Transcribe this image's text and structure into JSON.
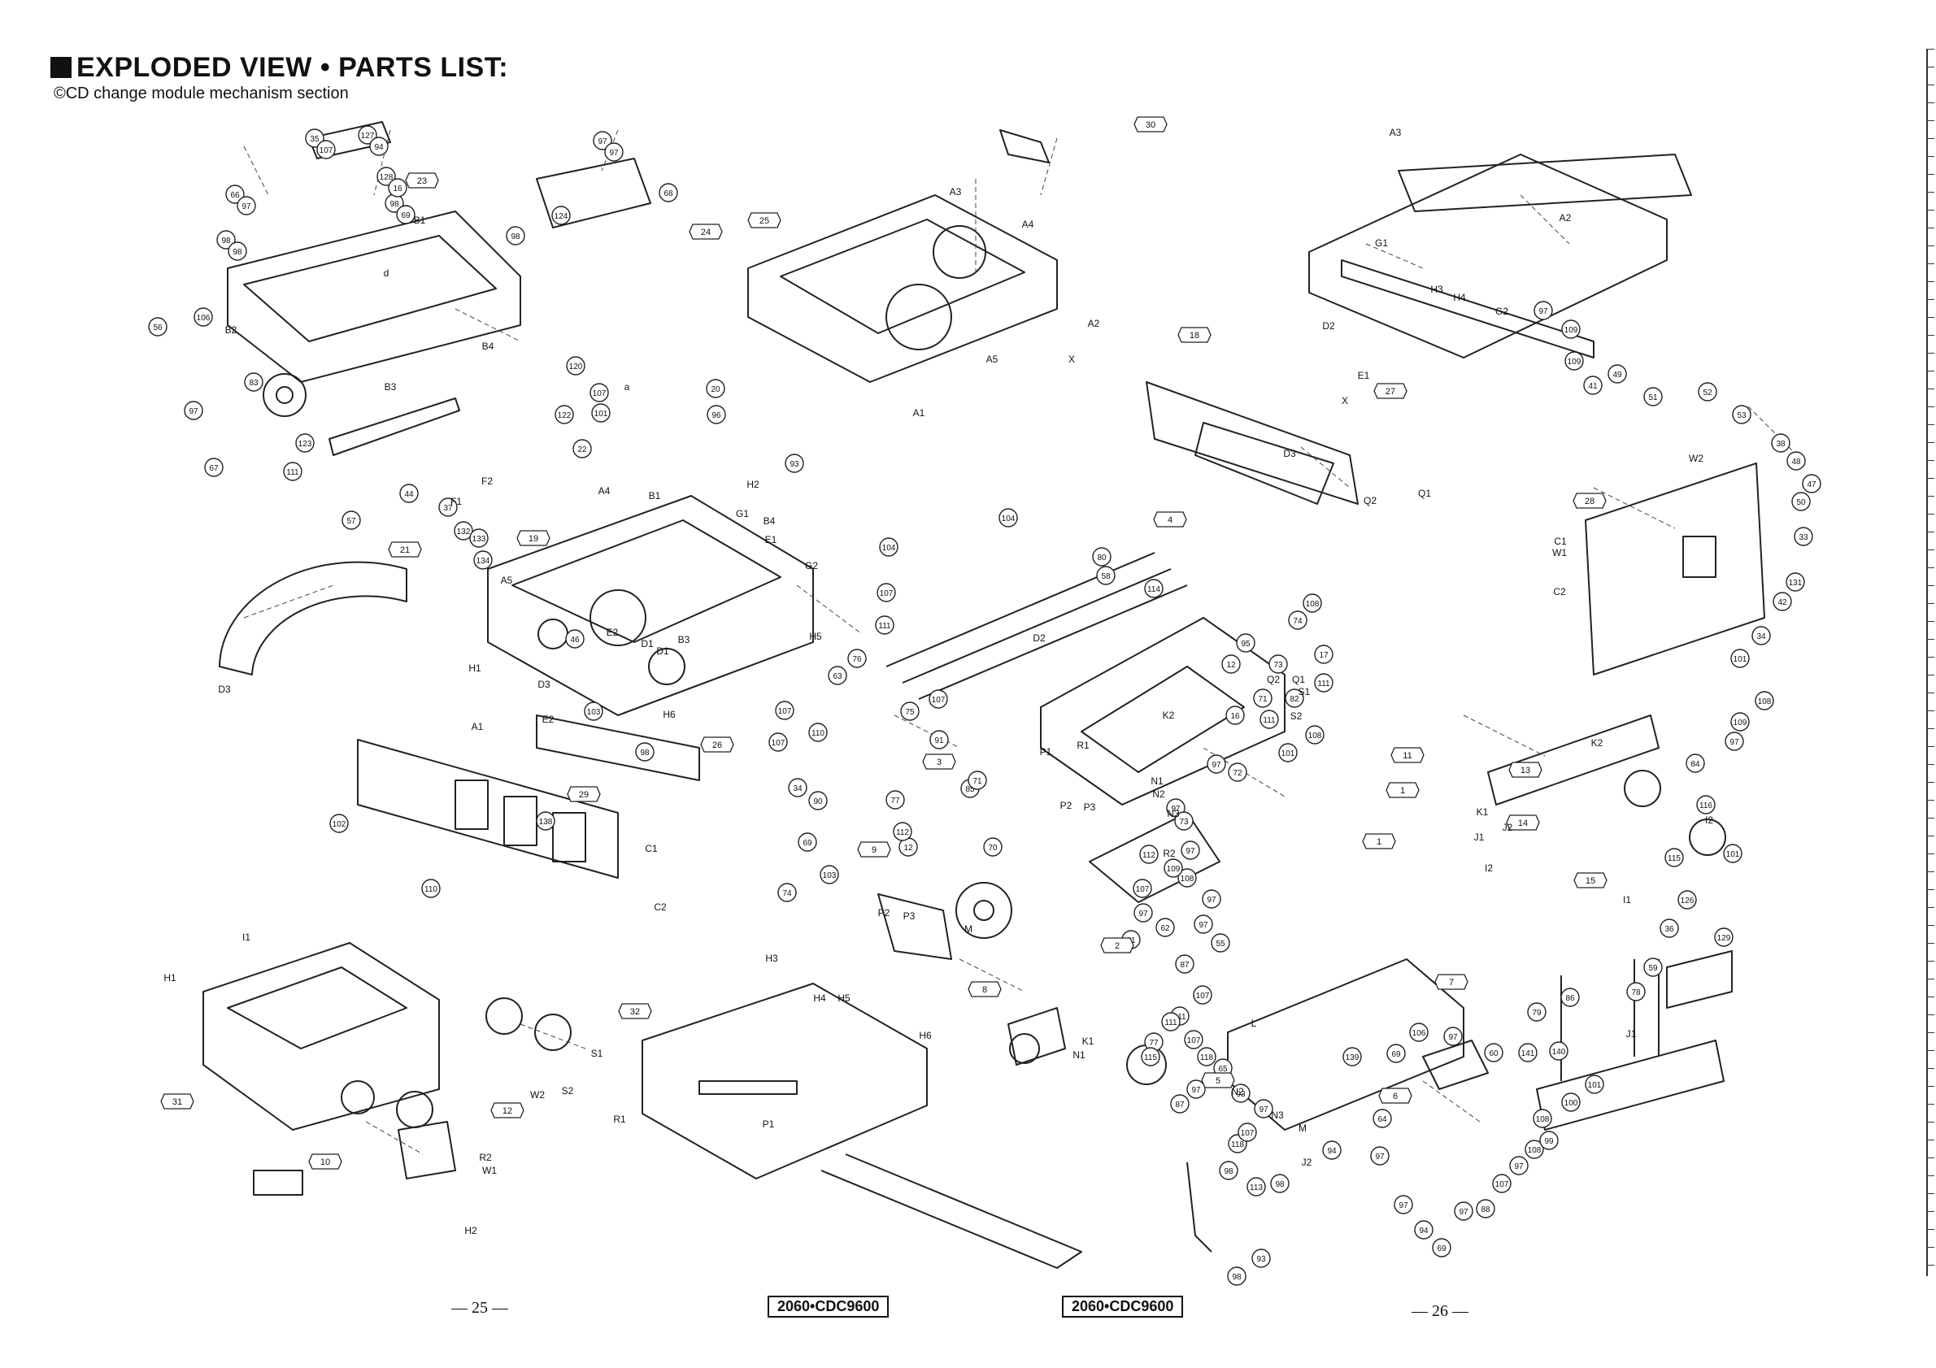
{
  "header": {
    "title": "EXPLODED VIEW • PARTS LIST:",
    "subtitle": "©CD change module mechanism section"
  },
  "footer": {
    "page_left": "— 25 —",
    "page_right": "— 26 —",
    "model_left": "2060•CDC9600",
    "model_right": "2060•CDC9600"
  },
  "diagram": {
    "circled_parts": [
      "35",
      "127",
      "128",
      "98",
      "66",
      "98",
      "97",
      "68",
      "124",
      "98",
      "56",
      "106",
      "97",
      "83",
      "67",
      "111",
      "123",
      "57",
      "120",
      "107",
      "101",
      "122",
      "20",
      "96",
      "22",
      "93",
      "44",
      "37",
      "132",
      "133",
      "134",
      "104",
      "104",
      "107",
      "46",
      "138",
      "102",
      "110",
      "98",
      "103",
      "63",
      "107",
      "110",
      "90",
      "69",
      "107",
      "34",
      "103",
      "74",
      "77",
      "111",
      "76",
      "75",
      "107",
      "91",
      "12",
      "70",
      "112",
      "85",
      "71",
      "80",
      "58",
      "114",
      "108",
      "112",
      "107",
      "95",
      "12",
      "16",
      "71",
      "111",
      "108",
      "74",
      "73",
      "82",
      "17",
      "111",
      "108",
      "101",
      "97",
      "72",
      "97",
      "73",
      "97",
      "109",
      "97",
      "97",
      "55",
      "97",
      "62",
      "61",
      "87",
      "107",
      "111",
      "77",
      "111",
      "107",
      "115",
      "118",
      "65",
      "97",
      "93",
      "87",
      "118",
      "107",
      "97",
      "98",
      "113",
      "98",
      "93",
      "98",
      "64",
      "139",
      "69",
      "94",
      "97",
      "97",
      "94",
      "69",
      "97",
      "88",
      "107",
      "97",
      "108",
      "99",
      "108",
      "100",
      "101",
      "140",
      "141",
      "60",
      "97",
      "106",
      "79",
      "86",
      "78",
      "59",
      "36",
      "126",
      "129",
      "115",
      "101",
      "116",
      "84",
      "97",
      "109",
      "108",
      "101",
      "34",
      "42",
      "131",
      "33",
      "50",
      "47",
      "48",
      "38",
      "53",
      "52",
      "51",
      "49",
      "41",
      "109",
      "109",
      "97",
      "107",
      "94",
      "16",
      "69",
      "97",
      "98",
      "97"
    ],
    "boxed_parts": [
      "23",
      "24",
      "21",
      "19",
      "26",
      "29",
      "30",
      "25",
      "18",
      "4",
      "27",
      "28",
      "3",
      "9",
      "2",
      "8",
      "7",
      "5",
      "6",
      "32",
      "31",
      "10",
      "12",
      "13",
      "11",
      "14",
      "15",
      "1",
      "1"
    ],
    "letter_labels": [
      "B1",
      "B2",
      "B3",
      "B4",
      "d",
      "a",
      "A4",
      "B1",
      "G1",
      "H2",
      "E1",
      "B4",
      "F2",
      "F1",
      "A5",
      "D1",
      "E2",
      "B3",
      "G2",
      "H5",
      "H1",
      "H6",
      "D3",
      "E2",
      "A1",
      "C1",
      "C2",
      "D2",
      "D1",
      "D3",
      "A3",
      "A4",
      "A2",
      "A5",
      "A1",
      "X",
      "A3",
      "G1",
      "A2",
      "H3",
      "H4",
      "G2",
      "D2",
      "E1",
      "X",
      "D3",
      "Q2",
      "Q1",
      "W2",
      "C1",
      "W1",
      "C2",
      "K2",
      "N1",
      "P1",
      "R1",
      "P2",
      "P3",
      "N2",
      "N3",
      "R2",
      "Q2",
      "Q1",
      "S1",
      "S2",
      "K1",
      "J2",
      "J1",
      "K2",
      "I2",
      "I1",
      "I2",
      "I1",
      "H1",
      "S1",
      "S2",
      "W2",
      "R1",
      "R2",
      "W1",
      "H2",
      "H3",
      "H4",
      "H5",
      "H6",
      "P1",
      "P2",
      "P3",
      "M",
      "N1",
      "N2",
      "M",
      "K1",
      "L",
      "N3",
      "J2",
      "J1"
    ]
  }
}
